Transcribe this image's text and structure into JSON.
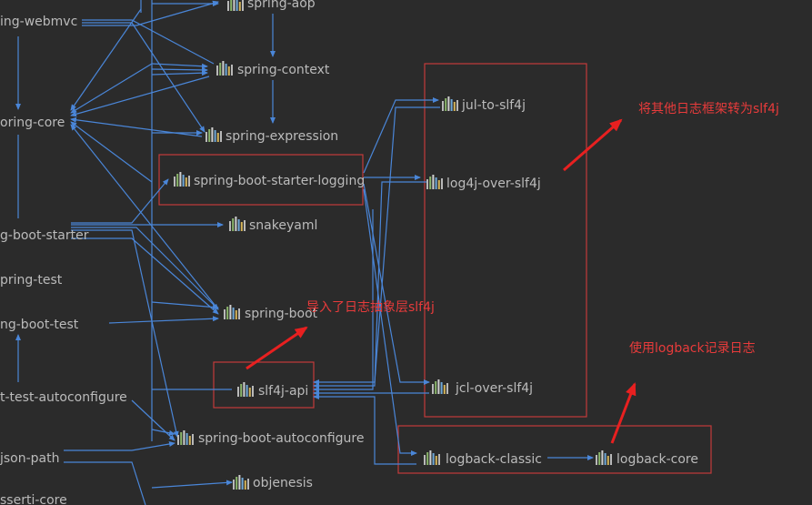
{
  "nodes": {
    "webmvc": "ing-webmvc",
    "core": "oring-core",
    "starter": "g-boot-starter",
    "test": "pring-test",
    "boot_test": "ng-boot-test",
    "test_auto": "t-test-autoconfigure",
    "json_path": "json-path",
    "assert_core": "sserti-core",
    "aop": "spring-aop",
    "context": "spring-context",
    "expression": "spring-expression",
    "starter_logging": "spring-boot-starter-logging",
    "snakeyaml": "snakeyaml",
    "boot": "spring-boot",
    "slf4j_api": "slf4j-api",
    "autoconfigure": "spring-boot-autoconfigure",
    "objenesis": "objenesis",
    "jul": "jul-to-slf4j",
    "log4j": "log4j-over-slf4j",
    "jcl": "jcl-over-slf4j",
    "logback_classic": "logback-classic",
    "logback_core": "logback-core"
  },
  "annotations": {
    "bridge_note": "将其他日志框架转为slf4j",
    "slf4j_note": "导入了日志抽象层slf4j",
    "logback_note": "使用logback记录日志"
  },
  "colors": {
    "background": "#2b2b2b",
    "edge": "#4a86d8",
    "highlight_box": "#c43a3a",
    "annotation": "#e83b3b"
  },
  "icon": "library-icon"
}
